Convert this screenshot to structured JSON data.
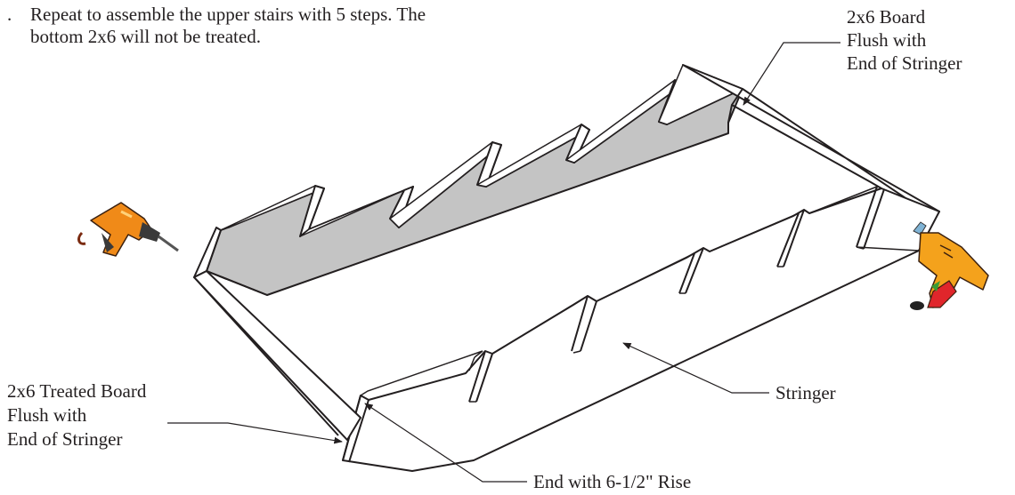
{
  "instruction": {
    "number": ".",
    "line1": "Repeat to assemble the upper stairs with 5 steps. The",
    "line2": "bottom 2x6 will not be treated."
  },
  "callouts": {
    "top_board": [
      "2x6 Board",
      "Flush with",
      "End of Stringer"
    ],
    "treated_board": [
      "2x6 Treated Board",
      "Flush with",
      "End of Stringer"
    ],
    "stringer": "Stringer",
    "end_rise": "End with 6-1/2\" Rise"
  },
  "colors": {
    "ink": "#231f20",
    "shade": "#c4c4c4",
    "drill_body": "#f08a18",
    "drill_dark": "#3a3a3a",
    "gun_body": "#f4a21c",
    "gun_red": "#e0262b",
    "gun_green": "#3b9b35"
  },
  "icons": {
    "left_tool": "power-drill-icon",
    "right_tool": "screw-gun-icon"
  }
}
